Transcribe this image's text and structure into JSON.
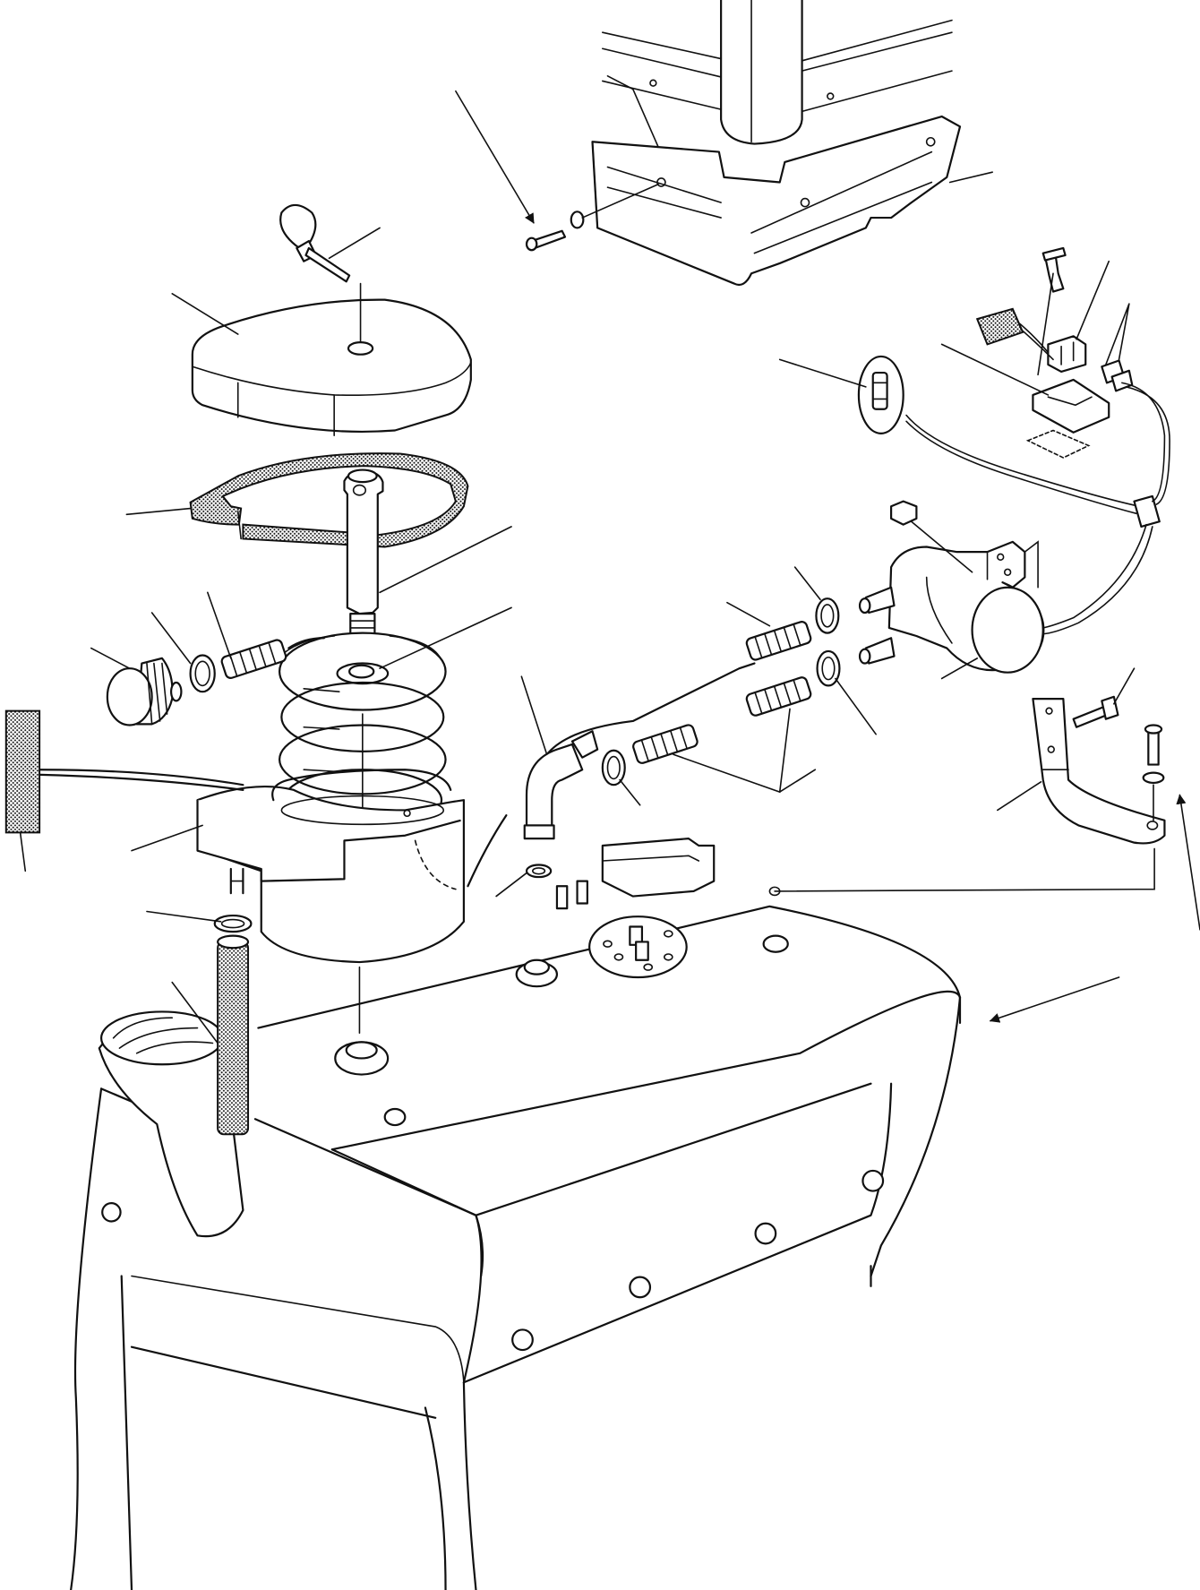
{
  "figure": {
    "type": "exploded parts diagram",
    "callout_numbers_shown": false,
    "colors": {
      "line": "#111111",
      "background": "#ffffff",
      "hatching": "#111111"
    }
  },
  "parts": [
    {
      "id": "upright-column",
      "icon": "column-icon"
    },
    {
      "id": "column-base-bracket",
      "icon": "bracket-icon"
    },
    {
      "id": "screw-with-washer",
      "icon": "screw-icon"
    },
    {
      "id": "lynch-pin",
      "icon": "pin-icon"
    },
    {
      "id": "filter-cover",
      "icon": "cover-icon"
    },
    {
      "id": "cover-seal",
      "icon": "seal-icon"
    },
    {
      "id": "center-stud",
      "icon": "stud-icon"
    },
    {
      "id": "filter-discs",
      "icon": "disc-icon"
    },
    {
      "id": "filter-housing",
      "icon": "housing-icon"
    },
    {
      "id": "knob",
      "icon": "knob-icon"
    },
    {
      "id": "decal",
      "icon": "decal-icon"
    },
    {
      "id": "hose-clamps",
      "icon": "clamp-icon"
    },
    {
      "id": "hoses",
      "icon": "hose-icon"
    },
    {
      "id": "elbow-fitting",
      "icon": "elbow-icon"
    },
    {
      "id": "fuel-pump",
      "icon": "pump-icon"
    },
    {
      "id": "pump-bracket",
      "icon": "bracket-icon"
    },
    {
      "id": "fuse",
      "icon": "fuse-icon"
    },
    {
      "id": "connector-and-holder",
      "icon": "connector-icon"
    },
    {
      "id": "wiring-harness",
      "icon": "wire-icon"
    },
    {
      "id": "fuel-tank",
      "icon": "tank-icon"
    },
    {
      "id": "filler-neck",
      "icon": "filler-icon"
    }
  ]
}
